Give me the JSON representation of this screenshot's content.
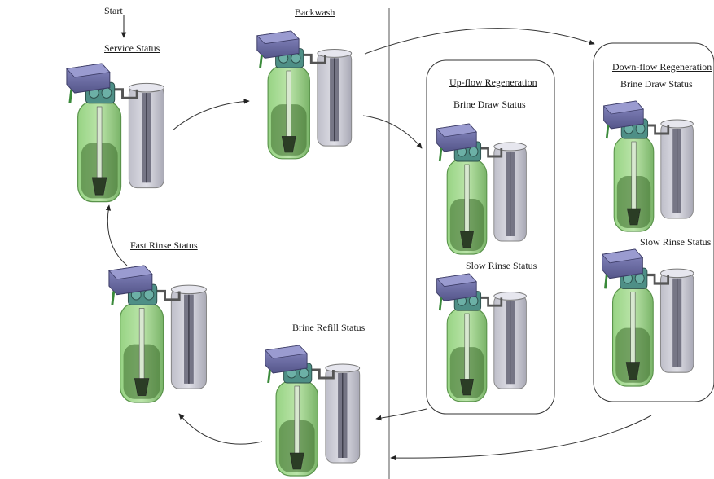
{
  "labels": {
    "start": "Start",
    "service": "Service  Status",
    "backwash": "Backwash",
    "upflow_title": "Up-flow Regeneration",
    "upflow_brine_draw": "Brine Draw Status",
    "upflow_slow_rinse": "Slow Rinse Status",
    "downflow_title": "Down-flow Regeneration",
    "downflow_brine_draw": "Brine Draw Status",
    "downflow_slow_rinse": "Slow Rinse Status",
    "brine_refill": "Brine Refill Status",
    "fast_rinse": "Fast Rinse Status"
  },
  "colors": {
    "valve_head": "#6e6fa8",
    "tank_green": "#7fbf6e",
    "resin": "#3d6b2c",
    "brine_tank": "#9a9aa8",
    "pipe": "#555555",
    "arrow": "#333333"
  }
}
